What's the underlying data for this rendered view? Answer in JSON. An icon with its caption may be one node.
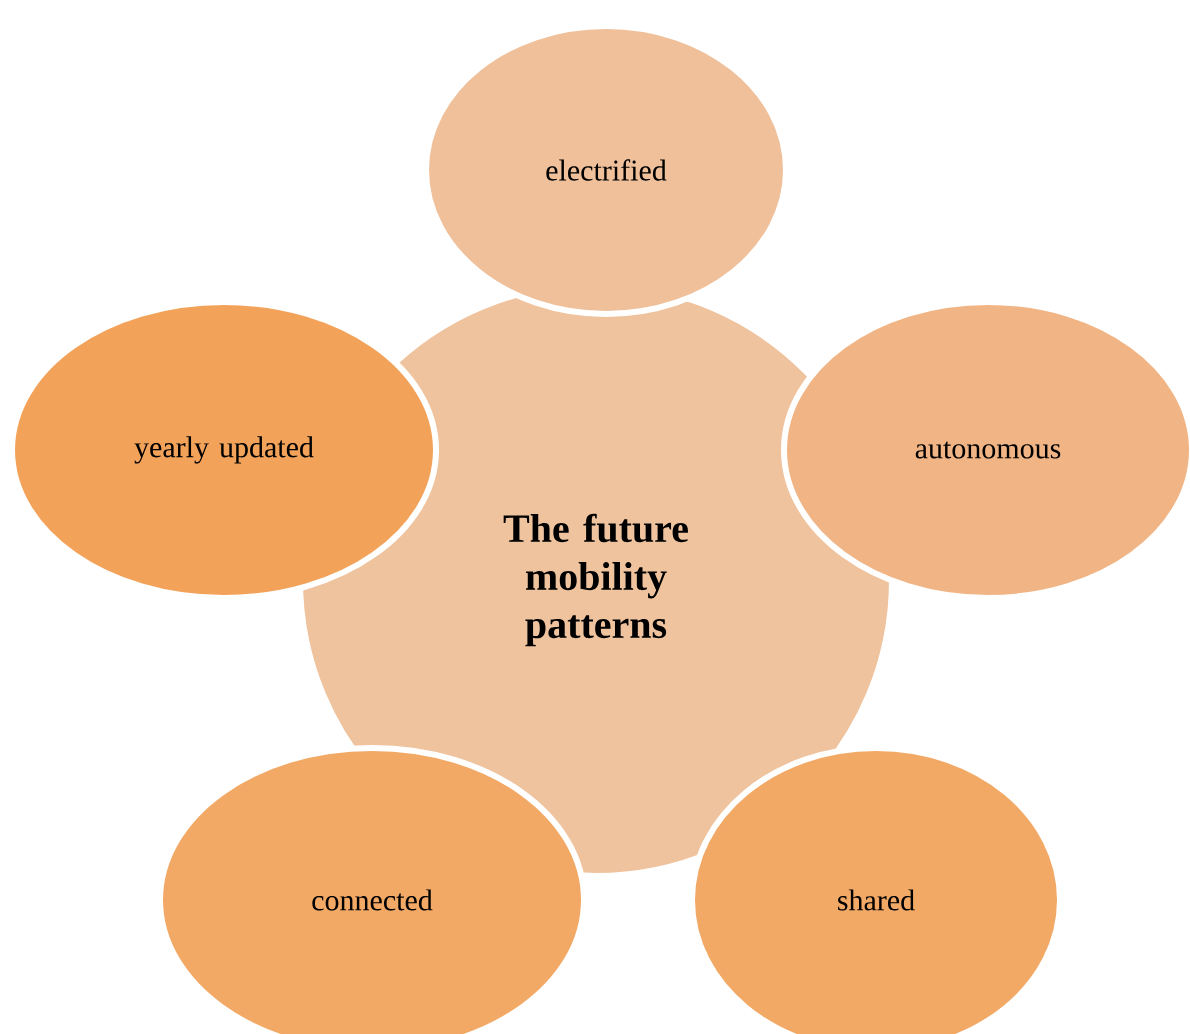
{
  "diagram": {
    "nodes": [
      {
        "text": [
          "The future mobility patterns"
        ]
      },
      {
        "text": [
          "electrified"
        ]
      },
      {
        "text": [
          "autonomous"
        ]
      },
      {
        "text": [
          "shared"
        ]
      },
      {
        "text": [
          "connected"
        ]
      },
      {
        "text": [
          "yearly updated"
        ]
      }
    ]
  }
}
